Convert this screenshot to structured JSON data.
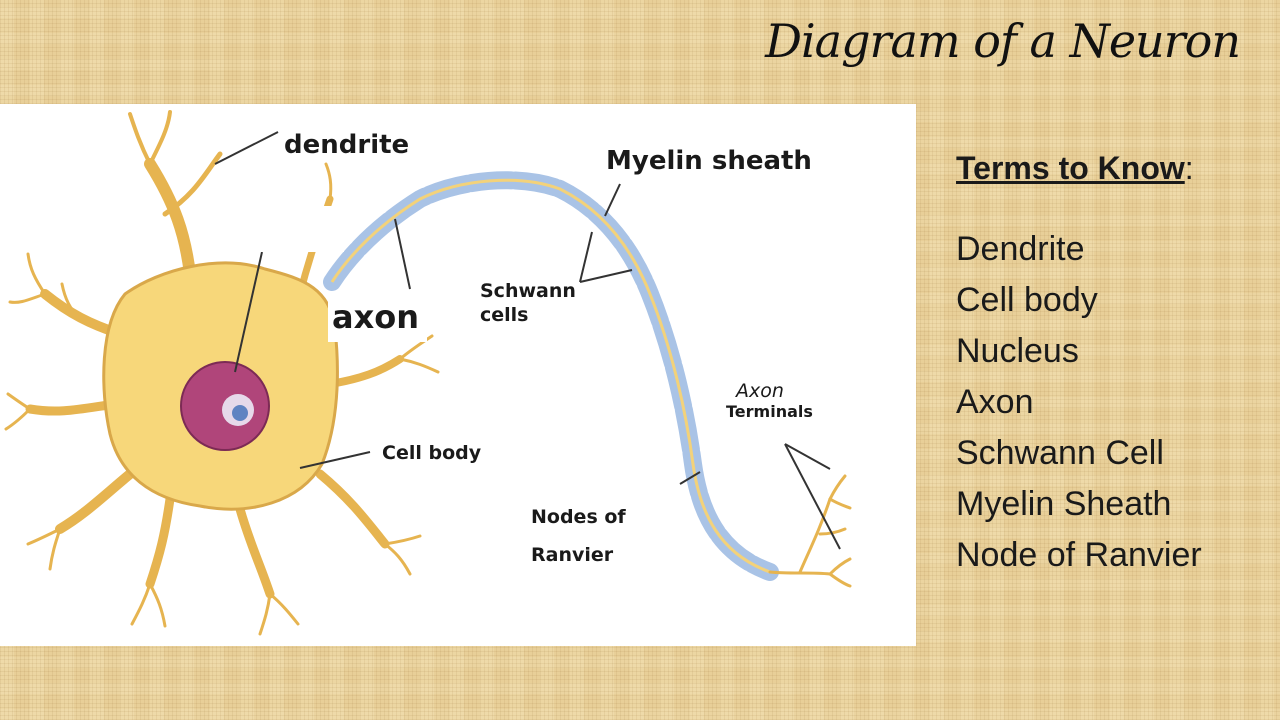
{
  "title": "Diagram of a Neuron",
  "diagram": {
    "labels": {
      "dendrite": "dendrite",
      "myelin_sheath": "Myelin sheath",
      "axon": "axon",
      "schwann_cells": "Schwann\ncells",
      "axon_terminals_1": "Axon",
      "axon_terminals_2": "Terminals",
      "cell_body": "Cell body",
      "nodes_of_ranvier_1": "Nodes of",
      "nodes_of_ranvier_2": "Ranvier"
    },
    "colors": {
      "cell_body": "#f7d77a",
      "cell_outline": "#d9a84a",
      "nucleus": "#b0457a",
      "myelin": "#a9c3e6",
      "axon_core": "#f3d27a"
    }
  },
  "terms_panel": {
    "heading": "Terms to Know",
    "heading_suffix": ":",
    "terms": [
      "Dendrite",
      "Cell body",
      "Nucleus",
      "Axon",
      "Schwann Cell",
      "Myelin Sheath",
      "Node of Ranvier"
    ]
  }
}
